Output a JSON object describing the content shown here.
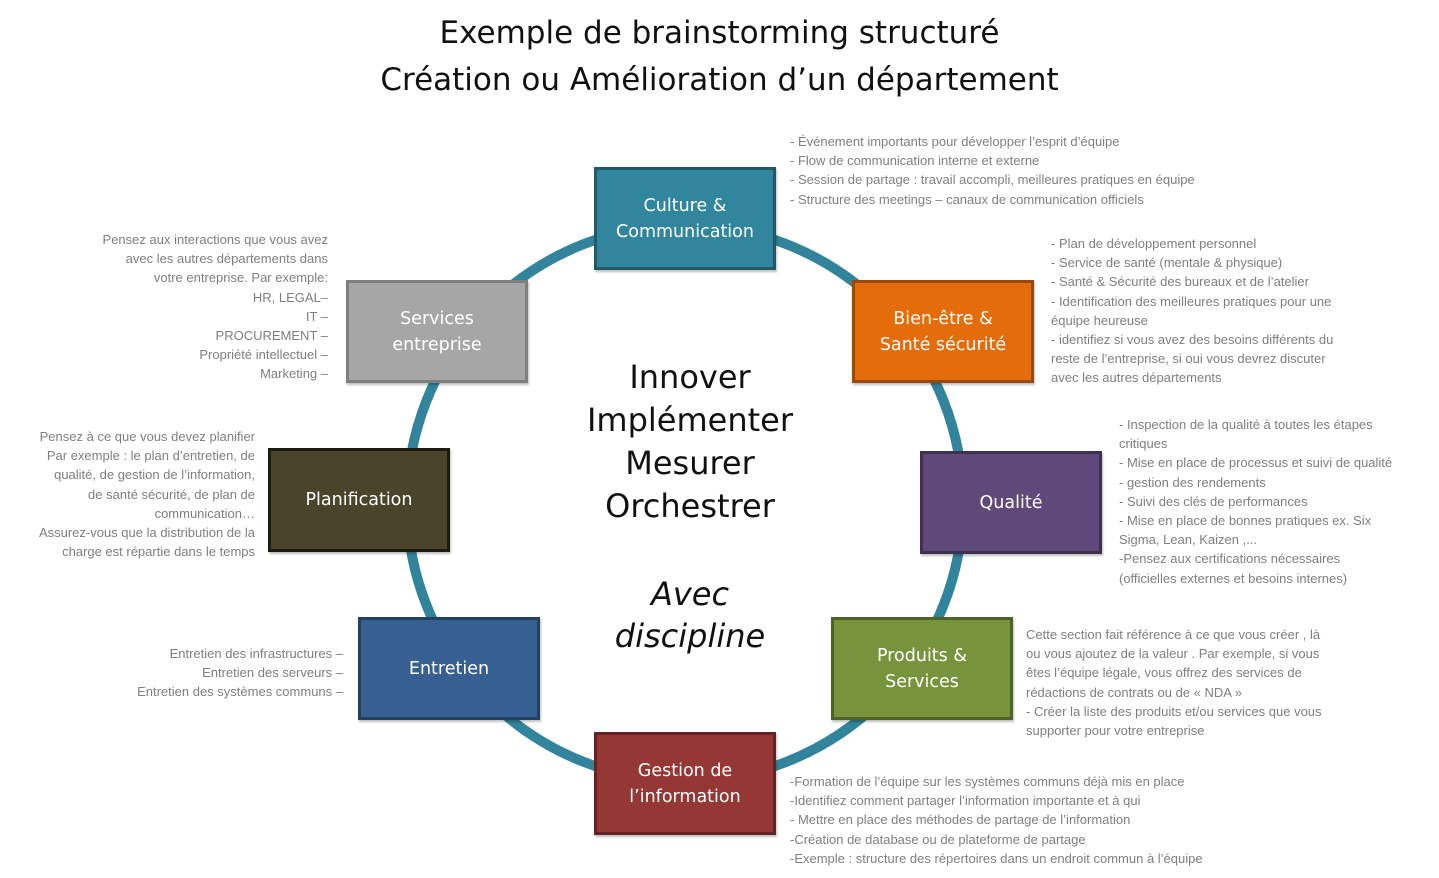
{
  "title": {
    "line1": "Exemple de brainstorming structuré",
    "line2": "Création ou Amélioration d’un département"
  },
  "center": {
    "lines": [
      "Innover",
      "Implémenter",
      "Mesurer",
      "Orchestrer"
    ],
    "tagline": [
      "Avec",
      "discipline"
    ]
  },
  "colors": {
    "ring": "#31849b",
    "notes": "#7f7f7f"
  },
  "nodes": {
    "culture": {
      "label": "Culture &\nCommunication",
      "color": "#31859c",
      "border": "#215968",
      "notes": "- Événement importants pour développer l’esprit d’équipe\n- Flow de communication interne et externe\n- Session de partage : travail accompli, meilleures pratiques en équipe\n- Structure des meetings – canaux de communication officiels"
    },
    "bienetre": {
      "label": "Bien-être &\nSanté sécurité",
      "color": "#e46c0a",
      "border": "#984807",
      "notes": "- Plan de développement  personnel\n- Service de santé (mentale & physique)\n- Santé & Sécurité des bureaux et de l’atelier\n- Identification des meilleures pratiques pour une\néquipe heureuse\n- identifiez si vous avez des besoins  différents du\nreste de l’entreprise, si oui vous devrez discuter\navec les autres départements"
    },
    "qualite": {
      "label": "Qualité",
      "color": "#5f497a",
      "border": "#3f3151",
      "notes": "- Inspection de la qualité à toutes  les étapes\ncritiques\n- Mise en place de processus et suivi de qualité\n- gestion des rendements\n- Suivi des clés de performances\n- Mise en place de bonnes  pratiques ex. Six\nSigma, Lean, Kaizen ,...\n-Pensez aux certifications nécessaires\n(officielles externes et besoins internes)"
    },
    "produits": {
      "label": "Produits &\nServices",
      "color": "#77933c",
      "border": "#4f6228",
      "notes": "Cette section fait référence à ce que vous créer , là\nou vous ajoutez de la valeur . Par exemple, si vous\nêtes l’équipe légale, vous offrez des services de\nrédactions de contrats ou de « NDA »\n- Créer la liste des produits  et/ou services que vous\nsupporter pour votre entreprise"
    },
    "gestion": {
      "label": "Gestion de\nl’information",
      "color": "#953735",
      "border": "#632423",
      "notes": "-Formation de l’équipe sur les systèmes communs déjà mis en place\n-Identifiez comment partager l’information importante et à qui\n- Mettre en place des méthodes  de partage de l’information\n-Création de database ou de plateforme de partage\n-Exemple : structure des répertoires dans un endroit commun à l’équipe"
    },
    "entretien": {
      "label": "Entretien",
      "color": "#376092",
      "border": "#244061",
      "notes": "Entretien des infrastructures –\nEntretien des serveurs –\nEntretien  des systèmes communs –"
    },
    "planification": {
      "label": "Planification",
      "color": "#4a452a",
      "border": "#1d1b10",
      "notes": "Pensez à ce que vous devez planifier\nPar exemple : le plan d’entretien, de\nqualité, de gestion de l’information,\nde santé sécurité,  de plan de\ncommunication…\nAssurez-vous que la distribution de la\ncharge est répartie dans le temps"
    },
    "services": {
      "label": "Services\nentreprise",
      "color": "#a6a6a6",
      "border": "#7f7f7f",
      "notes": "Pensez aux interactions que vous avez\navec les autres départements dans\nvotre entreprise. Par exemple:\nHR, LEGAL–\nIT –\nPROCUREMENT –\nPropriété intellectuel –\nMarketing –"
    }
  }
}
